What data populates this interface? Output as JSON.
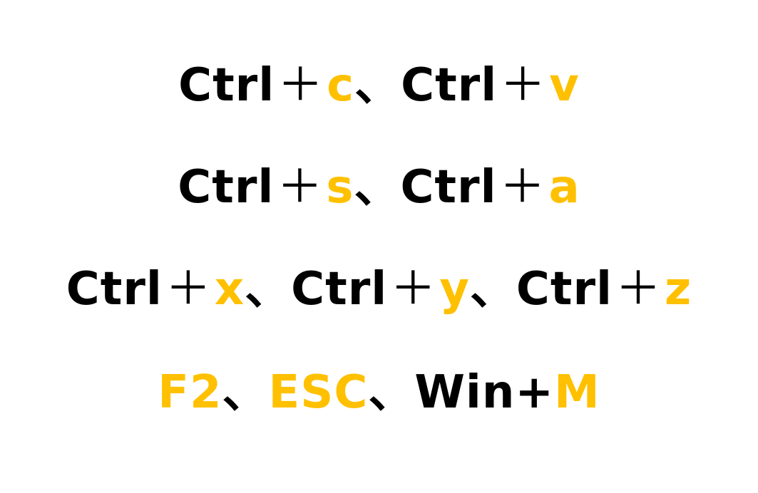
{
  "colors": {
    "text": "#000000",
    "highlight": "#FFC000",
    "background": "#FFFFFF"
  },
  "lines": [
    {
      "segments": [
        {
          "text": "Ctrl",
          "highlight": false
        },
        {
          "text": "＋",
          "highlight": false
        },
        {
          "text": "c",
          "highlight": true
        },
        {
          "text": "、",
          "highlight": false
        },
        {
          "text": "Ctrl",
          "highlight": false
        },
        {
          "text": "＋",
          "highlight": false
        },
        {
          "text": "v",
          "highlight": true
        }
      ]
    },
    {
      "segments": [
        {
          "text": "Ctrl",
          "highlight": false
        },
        {
          "text": "＋",
          "highlight": false
        },
        {
          "text": "s",
          "highlight": true
        },
        {
          "text": "、",
          "highlight": false
        },
        {
          "text": "Ctrl",
          "highlight": false
        },
        {
          "text": "＋",
          "highlight": false
        },
        {
          "text": "a",
          "highlight": true
        }
      ]
    },
    {
      "segments": [
        {
          "text": "Ctrl",
          "highlight": false
        },
        {
          "text": "＋",
          "highlight": false
        },
        {
          "text": "x",
          "highlight": true
        },
        {
          "text": "、",
          "highlight": false
        },
        {
          "text": "Ctrl",
          "highlight": false
        },
        {
          "text": "＋",
          "highlight": false
        },
        {
          "text": "y",
          "highlight": true
        },
        {
          "text": "、",
          "highlight": false
        },
        {
          "text": "Ctrl",
          "highlight": false
        },
        {
          "text": "＋",
          "highlight": false
        },
        {
          "text": "z",
          "highlight": true
        }
      ]
    },
    {
      "segments": [
        {
          "text": "F2",
          "highlight": true
        },
        {
          "text": "、",
          "highlight": false
        },
        {
          "text": "ESC",
          "highlight": true
        },
        {
          "text": "、",
          "highlight": false
        },
        {
          "text": "Win",
          "highlight": false
        },
        {
          "text": "+",
          "highlight": false
        },
        {
          "text": "M",
          "highlight": true
        }
      ]
    }
  ]
}
